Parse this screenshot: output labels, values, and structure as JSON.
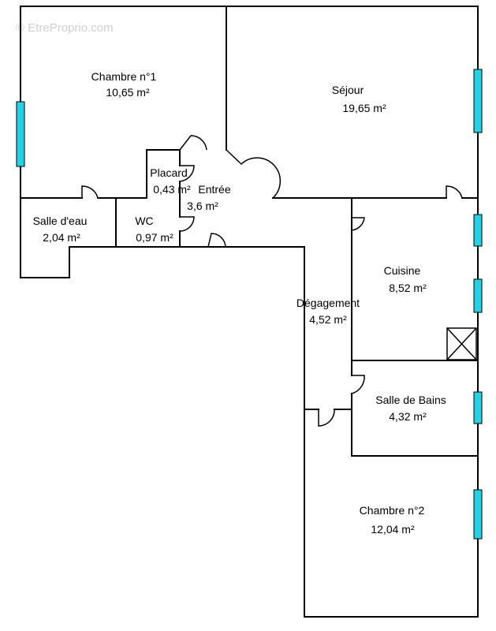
{
  "watermark": "© EtreProprio.com",
  "window_color": "#22d3e6",
  "rooms": [
    {
      "name": "Chambre n°1",
      "area": "10,65  m²"
    },
    {
      "name": "Séjour",
      "area": "19,65  m²"
    },
    {
      "name": "Placard",
      "area": "0,43  m²"
    },
    {
      "name": "Entrée",
      "area": "3,6  m²"
    },
    {
      "name": "Salle d'eau",
      "area": "2,04  m²"
    },
    {
      "name": "WC",
      "area": "0,97  m²"
    },
    {
      "name": "Cuisine",
      "area": "8,52  m²"
    },
    {
      "name": "Dégagement",
      "area": "4,52  m²"
    },
    {
      "name": "Salle de Bains",
      "area": "4,32  m²"
    },
    {
      "name": "Chambre n°2",
      "area": "12,04  m²"
    }
  ]
}
